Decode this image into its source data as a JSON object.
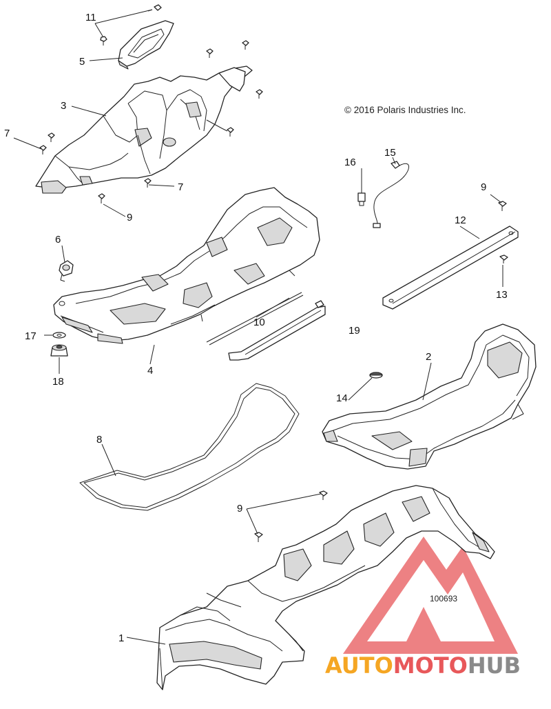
{
  "copyright": "© 2016 Polaris Industries Inc.",
  "reference_number": "100693",
  "watermark": {
    "segments": [
      "AUTO",
      "MOTO",
      "HUB"
    ],
    "colors": {
      "logo_red": "#e8585a",
      "text_orange": "#f5a623",
      "text_gray": "#8a8a8a"
    }
  },
  "callouts": [
    {
      "id": "c11",
      "number": "11"
    },
    {
      "id": "c5",
      "number": "5"
    },
    {
      "id": "c3",
      "number": "3"
    },
    {
      "id": "c7a",
      "number": "7"
    },
    {
      "id": "c7b",
      "number": "7"
    },
    {
      "id": "c9a",
      "number": "9"
    },
    {
      "id": "c16",
      "number": "16"
    },
    {
      "id": "c15",
      "number": "15"
    },
    {
      "id": "c9b",
      "number": "9"
    },
    {
      "id": "c12",
      "number": "12"
    },
    {
      "id": "c13",
      "number": "13"
    },
    {
      "id": "c6",
      "number": "6"
    },
    {
      "id": "c10",
      "number": "10"
    },
    {
      "id": "c19",
      "number": "19"
    },
    {
      "id": "c17",
      "number": "17"
    },
    {
      "id": "c4",
      "number": "4"
    },
    {
      "id": "c18",
      "number": "18"
    },
    {
      "id": "c2",
      "number": "2"
    },
    {
      "id": "c14",
      "number": "14"
    },
    {
      "id": "c8",
      "number": "8"
    },
    {
      "id": "c9c",
      "number": "9"
    },
    {
      "id": "c1",
      "number": "1"
    }
  ]
}
